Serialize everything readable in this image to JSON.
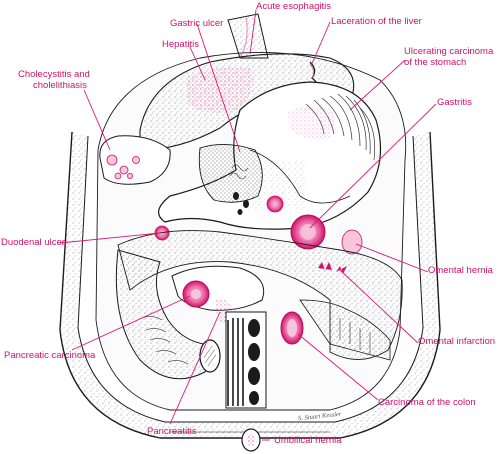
{
  "labels": {
    "acute_esophagitis": "Acute esophagitis",
    "gastric_ulcer": "Gastric ulcer",
    "laceration_of_the_liver": "Laceration of the liver",
    "hepatitis": "Hepatitis",
    "ulcerating_carcinoma_line1": "Ulcerating carcinoma",
    "ulcerating_carcinoma_line2": "of the stomach",
    "cholecystitis_line1": "Cholecystitis and",
    "cholecystitis_line2": "cholelithiasis",
    "gastritis": "Gastritis",
    "duodenal_ulcer": "Duodenal ulcer",
    "omental_hernia": "Omental hernia",
    "omental_infarction": "Omental infarction",
    "pancreatic_carcinoma": "Pancreatic carcinoma",
    "carcinoma_of_the_colon": "Carcinoma of the colon",
    "pancreatitis": "Pancreatitis",
    "umbilical_hernia": "Umbilical hernia"
  },
  "signature": "S. Stuart Kessler",
  "colors": {
    "label": "#d1126b",
    "leader": "#e01773",
    "lesion": "#e8559a",
    "lesion_light": "#f7c6dc",
    "ink": "#1a1a1a"
  }
}
